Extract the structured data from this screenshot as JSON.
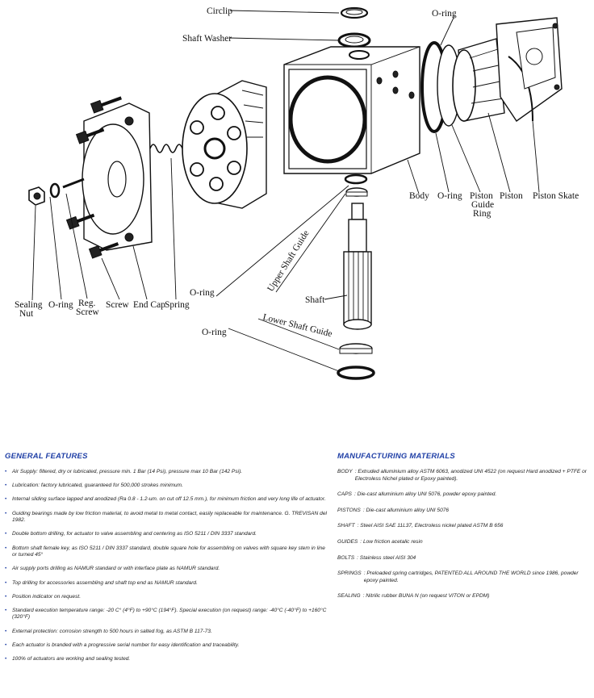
{
  "labels": {
    "circlip": "Circlip",
    "shaft_washer": "Shaft Washer",
    "o_ring_top": "O-ring",
    "body": "Body",
    "o_ring_right": "O-ring",
    "piston_guide_ring": [
      "Piston",
      "Guide",
      "Ring"
    ],
    "piston": "Piston",
    "piston_skate": "Piston Skate",
    "upper_shaft_guide": "Upper Shaft Guide",
    "shaft": "Shaft",
    "lower_shaft_guide": "Lower Shaft Guide",
    "o_ring_mid": "O-ring",
    "o_ring_bottom": "O-ring",
    "sealing_nut": [
      "Sealing",
      "Nut"
    ],
    "o_ring_left": "O-ring",
    "reg_screw": [
      "Reg.",
      "Screw"
    ],
    "screw": "Screw",
    "end_cap": "End Cap",
    "spring": "Spring"
  },
  "general_features": {
    "title": "GENERAL FEATURES",
    "items": [
      "Air Supply: filtered, dry or lubricated, pressure min. 1 Bar (14 Psi), pressure max 10 Bar (142 Psi).",
      "Lubrication: factory lubricated, guaranteed for 500,000 strokes minimum.",
      "Internal sliding surface lapped and anodized (Ra 0.8 - 1.2-um. on cut off 12.5 mm.), for minimum friction and very long life of actuator.",
      "Guiding bearings made by low friction material, to avoid metal to metal contact, easily replaceable for maintenance. G. TREVISAN del 1982.",
      "Double bottom drilling, for actuator to valve assembling and centering as ISO 5211 / DIN 3337 standard.",
      "Bottom shaft female key, as ISO 5211 / DIN 3337 standard, double square hole for assembling on valves with square key stem in line or turned 45°",
      "Air supply ports drilling as NAMUR standard or with interface plate as NAMUR standard.",
      "Top drilling for accessories assembling and shaft top end as NAMUR standard.",
      "Position indicator on request.",
      "Standard execution temperature range: -20 C° (4°F) to +90°C (194°F). Special execution (on request) range: -40°C (-40°F) to +160°C (320°F)",
      "External protection: corrosion strength to 500 hours in salted fog, as ASTM B 117-73.",
      "Each actuator is branded with a progressive serial number for easy identification and traceability.",
      "100% of actuators are working and sealing tested."
    ]
  },
  "manufacturing_materials": {
    "title": "MANUFACTURING MATERIALS",
    "items": [
      {
        "key": "BODY",
        "value": ": Extruded alluminium alloy ASTM 6063, anodized UNI 4522 (on request Hard anodized + PTFE or Electroless Nichel plated or Epoxy painted)."
      },
      {
        "key": "CAPS",
        "value": ": Die-cast alluminium alloy UNI 5076, powder epoxy painted."
      },
      {
        "key": "PISTONS",
        "value": ": Die-cast alluminium alloy UNI 5076"
      },
      {
        "key": "SHAFT",
        "value": ": Steel AISI SAE 11L37, Electroless nickel plated ASTM B 656"
      },
      {
        "key": "GUIDES",
        "value": ": Low friction acetalic resin"
      },
      {
        "key": "BOLTS",
        "value": ": Stainless steel AISI 304"
      },
      {
        "key": "SPRINGS",
        "value": ": Preloaded spring cartridges, PATENTED ALL AROUND THE WORLD since 1986, powder epoxy painted."
      },
      {
        "key": "SEALING",
        "value": ": Nitrilic rubber BUNA N (on request VITON or EPDM)"
      }
    ]
  }
}
